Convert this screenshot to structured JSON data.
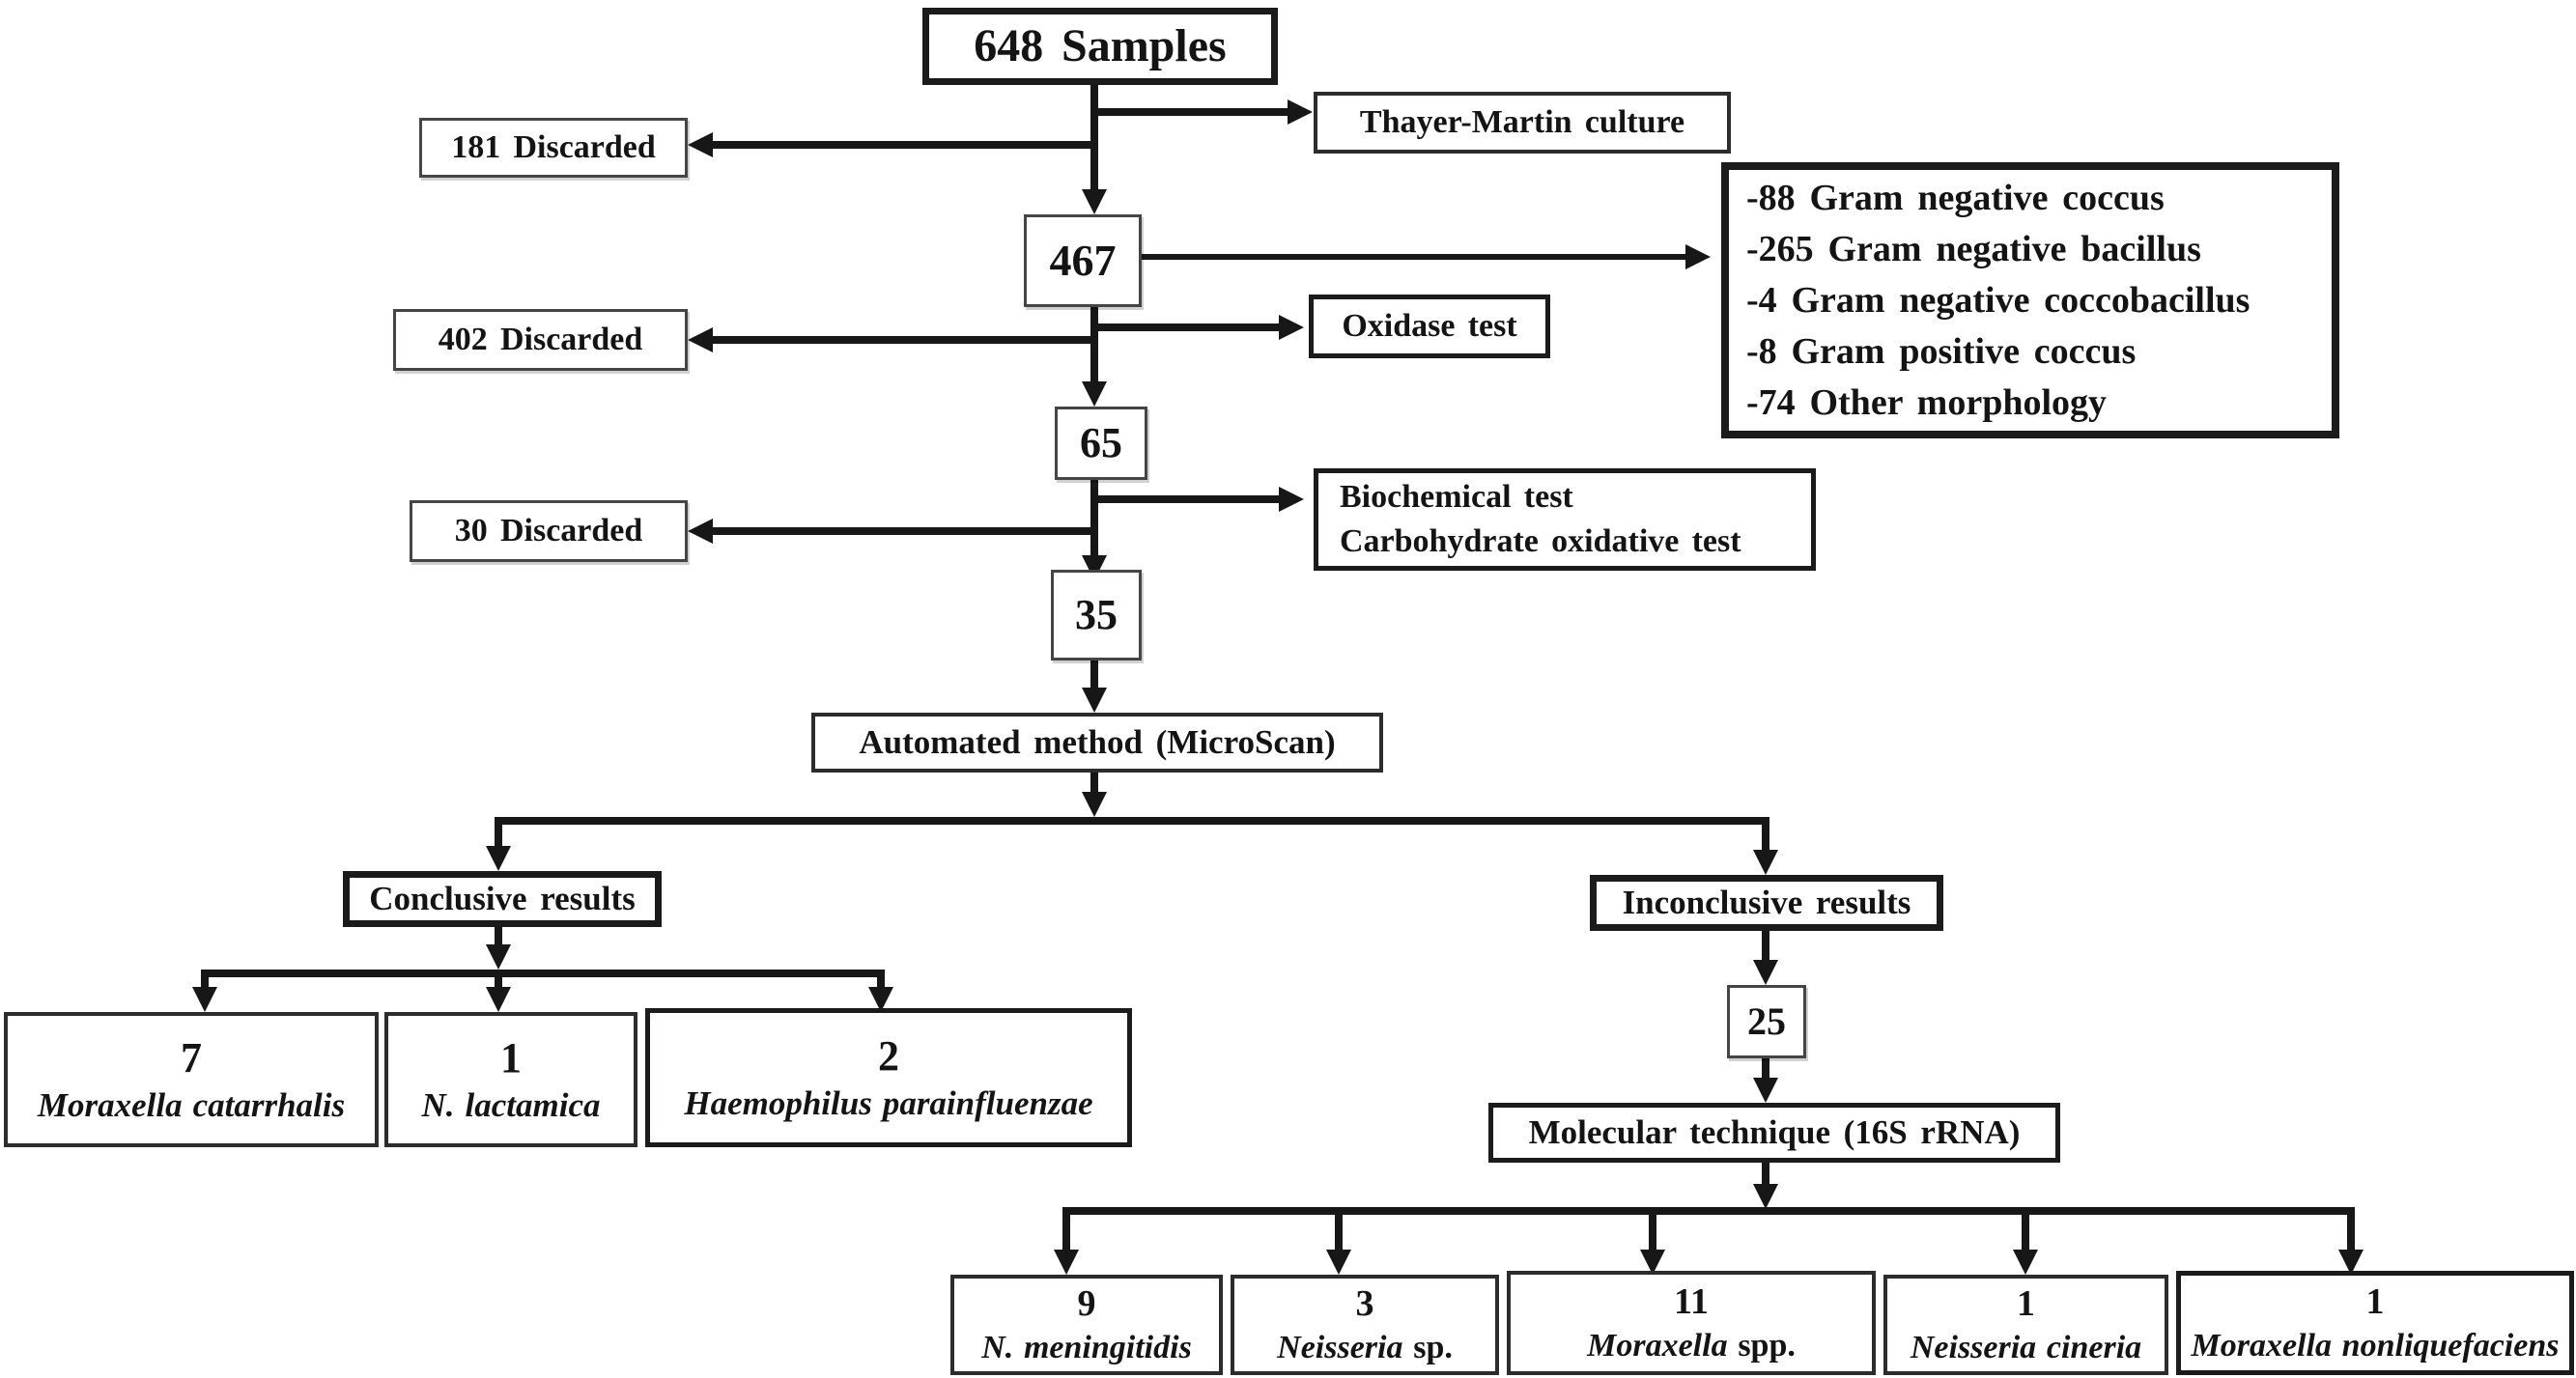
{
  "colors": {
    "ink": "#141414",
    "background": "#ffffff"
  },
  "flowchart": {
    "root": {
      "label": "648 Samples"
    },
    "thayer_martin": {
      "label": "Thayer-Martin culture"
    },
    "discarded_1": {
      "label": "181 Discarded"
    },
    "count_467": {
      "label": "467"
    },
    "gram_box": {
      "lines": [
        "-88 Gram negative coccus",
        "-265 Gram negative bacillus",
        "-4 Gram negative coccobacillus",
        "-8 Gram positive coccus",
        "-74 Other morphology"
      ]
    },
    "oxidase": {
      "label": "Oxidase test"
    },
    "discarded_2": {
      "label": "402 Discarded"
    },
    "count_65": {
      "label": "65"
    },
    "biochemical": {
      "lines": [
        "Biochemical test",
        "Carbohydrate oxidative test"
      ]
    },
    "discarded_3": {
      "label": "30 Discarded"
    },
    "count_35": {
      "label": "35"
    },
    "automated": {
      "label": "Automated method (MicroScan)"
    },
    "conclusive": {
      "label": "Conclusive results"
    },
    "inconclusive": {
      "label": "Inconclusive results"
    },
    "count_25": {
      "label": "25"
    },
    "molecular": {
      "label": "Molecular technique (16S rRNA)"
    },
    "conclusive_leaves": [
      {
        "count": "7",
        "italic": "Moraxella catarrhalis",
        "roman": ""
      },
      {
        "count": "1",
        "italic": "N. lactamica",
        "roman": ""
      },
      {
        "count": "2",
        "italic": "Haemophilus parainfluenzae",
        "roman": ""
      }
    ],
    "molecular_leaves": [
      {
        "count": "9",
        "italic": "N. meningitidis",
        "roman": ""
      },
      {
        "count": "3",
        "italic": "Neisseria",
        "roman": " sp."
      },
      {
        "count": "11",
        "italic": "Moraxella",
        "roman": " spp."
      },
      {
        "count": "1",
        "italic": "Neisseria cineria",
        "roman": ""
      },
      {
        "count": "1",
        "italic": "Moraxella nonliquefaciens",
        "roman": ""
      }
    ]
  }
}
